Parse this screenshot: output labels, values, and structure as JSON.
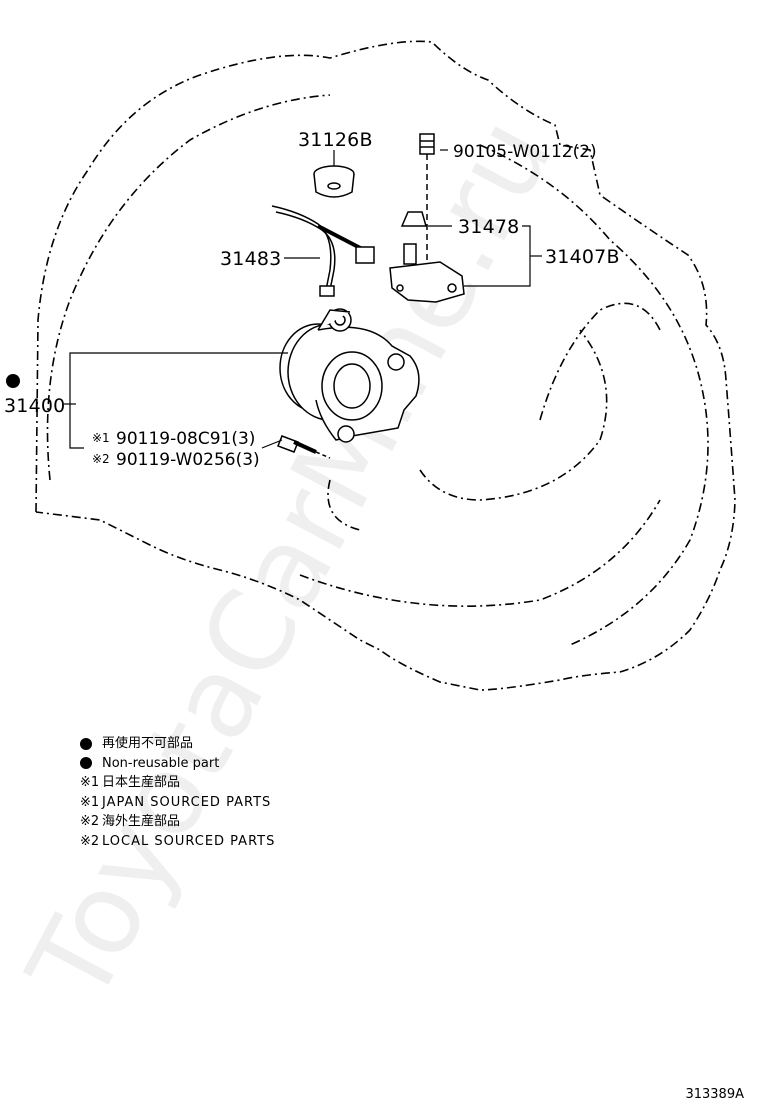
{
  "parts": {
    "p31126B": "31126B",
    "p90105": "90105-W0112(2)",
    "p31478": "31478",
    "p31407B": "31407B",
    "p31483": "31483",
    "p31400": "31400",
    "p90119_08C91": "90119-08C91(3)",
    "p90119_W0256": "90119-W0256(3)"
  },
  "marks": {
    "m1": "※1",
    "m2": "※2"
  },
  "legend": {
    "rows": [
      {
        "symbol": "dot",
        "text": "再使用不可部品"
      },
      {
        "symbol": "dot",
        "text": "Non-reusable part"
      },
      {
        "symbol": "※1",
        "text": "日本生産部品"
      },
      {
        "symbol": "※1",
        "text": "JAPAN SOURCED PARTS"
      },
      {
        "symbol": "※2",
        "text": "海外生産部品"
      },
      {
        "symbol": "※2",
        "text": "LOCAL SOURCED PARTS"
      }
    ]
  },
  "watermark": "ToyotaCarMine.ru",
  "reference_code": "313389A"
}
